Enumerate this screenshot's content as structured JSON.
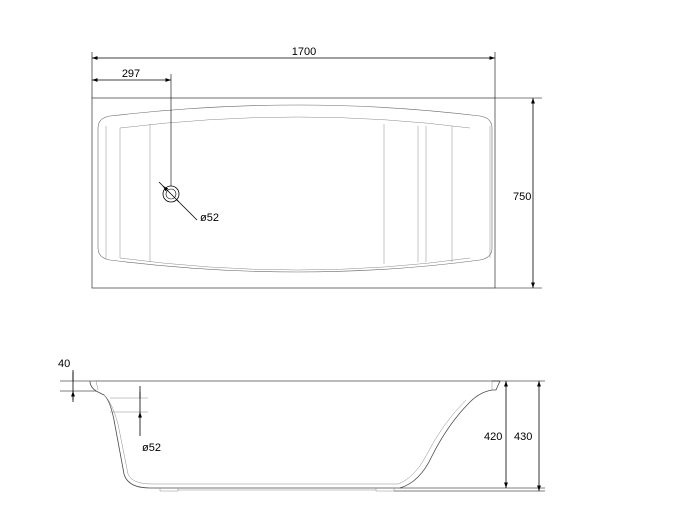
{
  "drawing": {
    "top_view": {
      "overall_length": "1700",
      "drain_offset": "297",
      "overall_width": "750",
      "drain_diameter": "ø52"
    },
    "side_view": {
      "rim_thickness": "40",
      "overflow_diameter": "ø52",
      "depth_inner": "420",
      "depth_total": "430"
    }
  }
}
